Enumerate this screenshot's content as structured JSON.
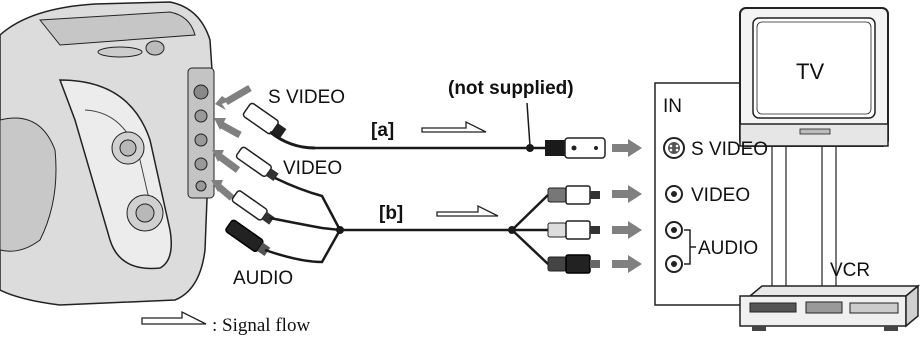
{
  "camcorder": {
    "labels": {
      "s_video": "S VIDEO",
      "video": "VIDEO",
      "audio": "AUDIO"
    }
  },
  "cable": {
    "not_supplied": "(not supplied)",
    "route_a": "[a]",
    "route_b": "[b]"
  },
  "tv": {
    "label": "TV",
    "panel_in": "IN",
    "inputs": {
      "s_video": "S VIDEO",
      "video": "VIDEO",
      "audio": "AUDIO"
    }
  },
  "vcr": {
    "label": "VCR"
  },
  "legend": {
    "signal_flow": ": Signal flow"
  },
  "colors": {
    "arrow_gray": "#808080",
    "cable": "#1a1a1a",
    "body_gray": "#d9d9d9"
  }
}
